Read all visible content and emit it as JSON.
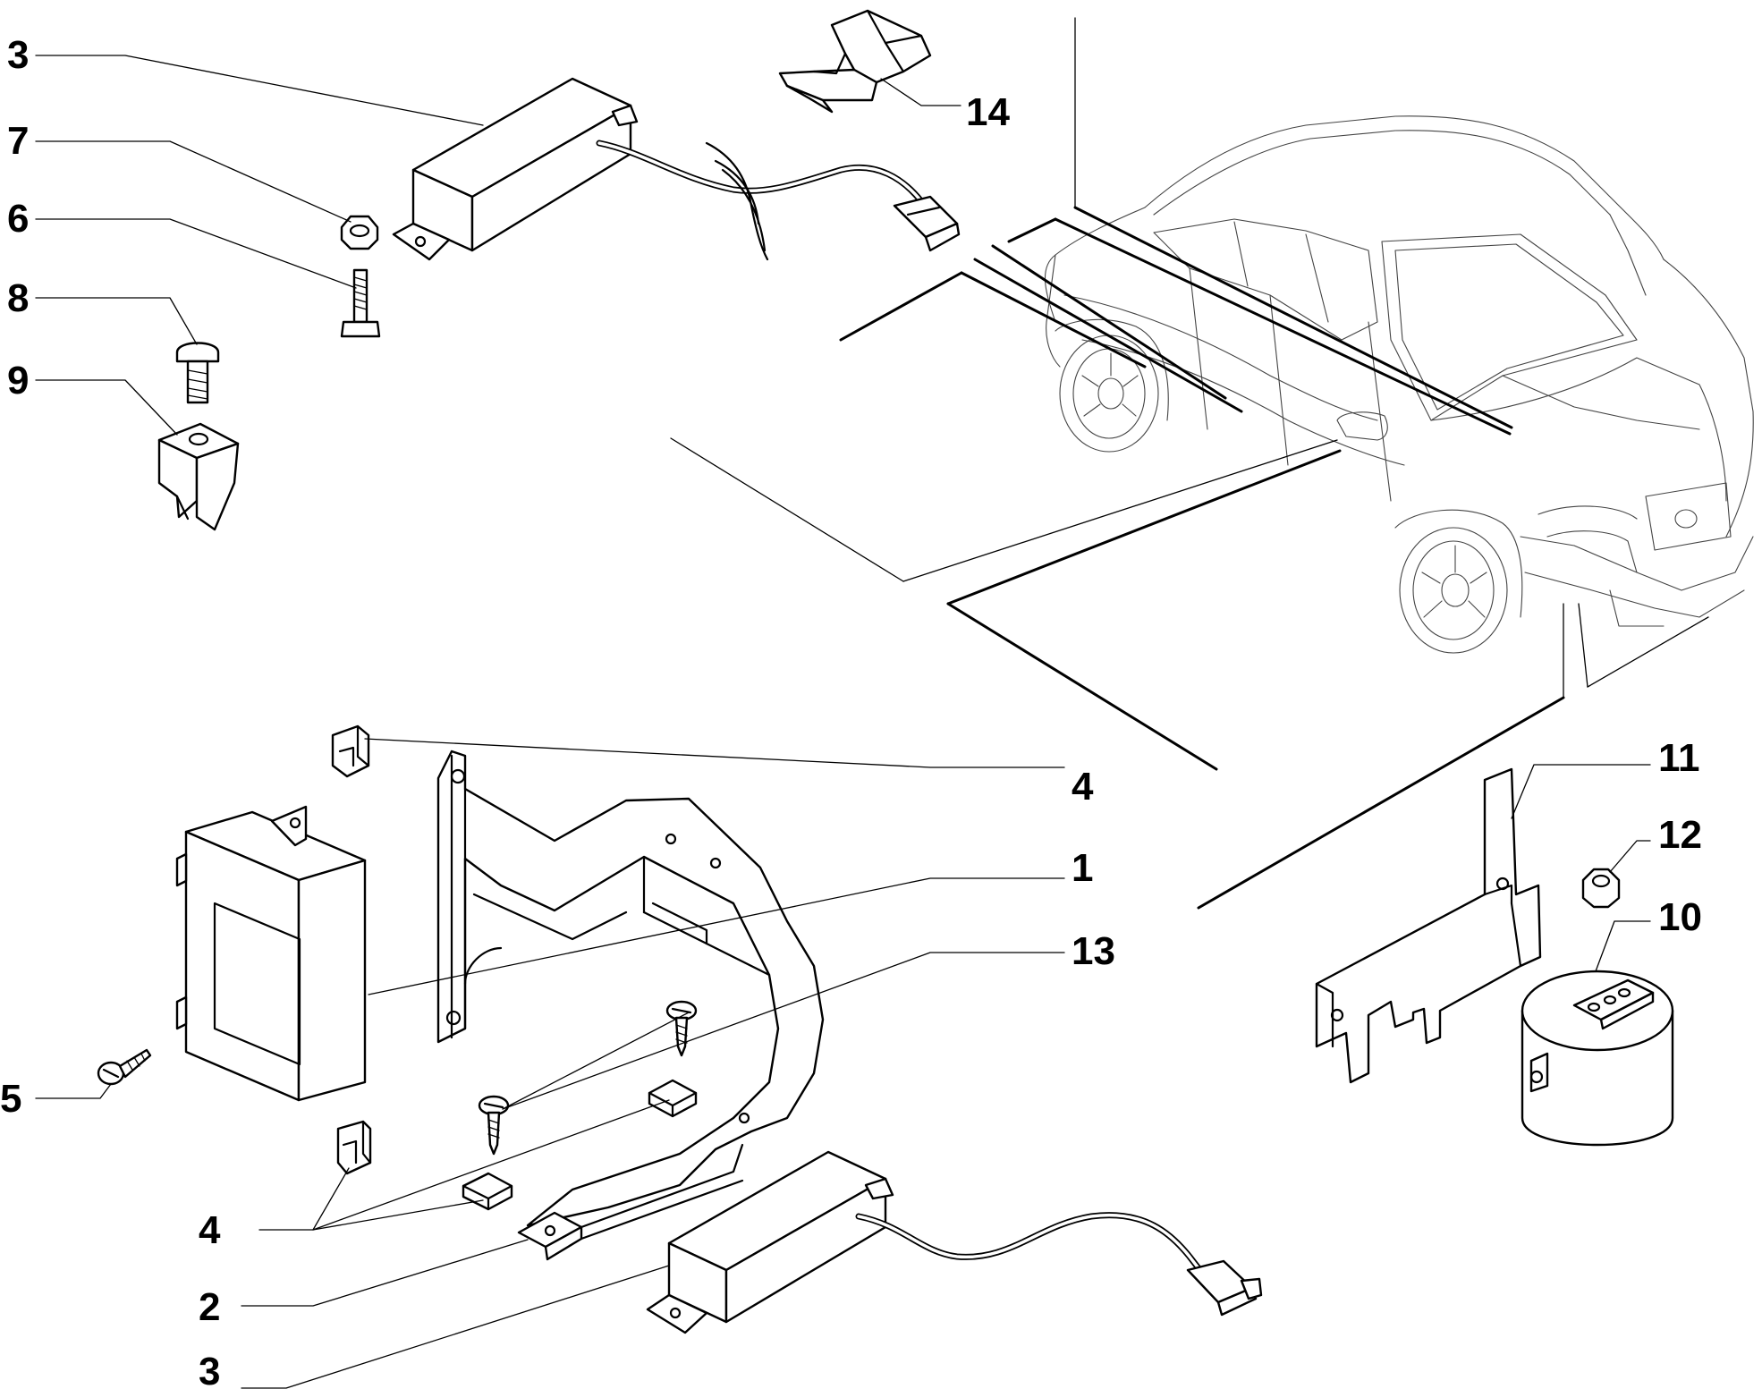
{
  "diagram": {
    "callouts": [
      {
        "id": "c3-top",
        "label": "3"
      },
      {
        "id": "c7",
        "label": "7"
      },
      {
        "id": "c6",
        "label": "6"
      },
      {
        "id": "c8",
        "label": "8"
      },
      {
        "id": "c9",
        "label": "9"
      },
      {
        "id": "c14",
        "label": "14"
      },
      {
        "id": "c4-top",
        "label": "4"
      },
      {
        "id": "c1",
        "label": "1"
      },
      {
        "id": "c13",
        "label": "13"
      },
      {
        "id": "c5",
        "label": "5"
      },
      {
        "id": "c4-bottom",
        "label": "4"
      },
      {
        "id": "c2",
        "label": "2"
      },
      {
        "id": "c3-bottom",
        "label": "3"
      },
      {
        "id": "c11",
        "label": "11"
      },
      {
        "id": "c12",
        "label": "12"
      },
      {
        "id": "c10",
        "label": "10"
      }
    ]
  }
}
